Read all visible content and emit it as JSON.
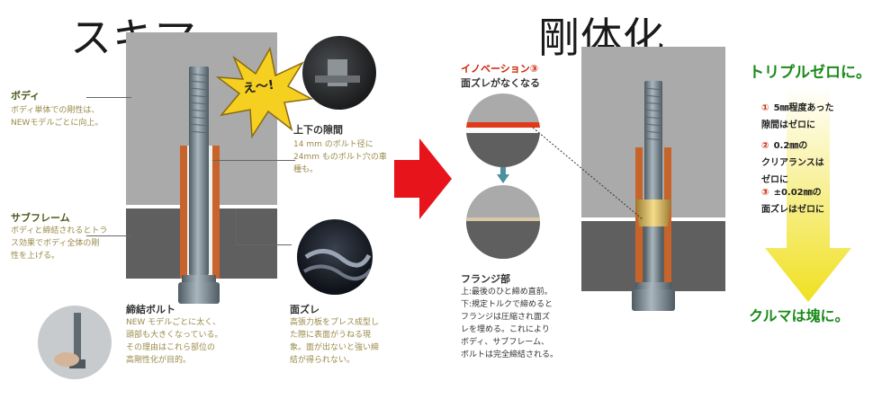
{
  "left": {
    "title": "スキマ",
    "burst": "え〜!",
    "body": {
      "label": "ボディ",
      "desc": "ボディ単体での剛性は、\nNEWモデルごとに向上。"
    },
    "subframe": {
      "label": "サブフレーム",
      "desc": "ボディと締結されるとトラ\nス効果でボディ全体の剛\n性を上げる。"
    },
    "bolt": {
      "label": "締結ボルト",
      "desc": "NEW モデルごとに太く、\n頭部も大きくなっている。\nその理由はこれら部位の\n高剛性化が目的。"
    },
    "gap": {
      "label": "上下の隙間",
      "desc": "14 mm のボルト径に\n24mm ものボルト穴の車\n種も。"
    },
    "surface": {
      "label": "面ズレ",
      "desc": "高張力板をプレス成型し\nた際に表面がうねる現\n象。面が出ないと強い締\n結が得られない。"
    }
  },
  "right": {
    "title": "剛体化",
    "innovation": {
      "label": "イノベーション③",
      "sub": "面ズレがなくなる"
    },
    "flange": {
      "label": "フランジ部",
      "desc": "上:最後のひと締め直前。\n下:規定トルクで締めると\nフランジは圧縮され面ズ\nレを埋める。これにより\nボディ、サブフレーム、\nボルトは完全締結される。"
    },
    "triple": {
      "heading": "トリプルゼロに。",
      "items": [
        {
          "num": "①",
          "text": "5㎜程度あった\n隙間はゼロに"
        },
        {
          "num": "②",
          "text": "0.2㎜の\nクリアランスは\nゼロに"
        },
        {
          "num": "③",
          "text": "±0.02㎜の\n面ズレはゼロに"
        }
      ],
      "footer": "クルマは塊に。"
    }
  },
  "colors": {
    "accent_red": "#e8141c",
    "green": "#1a8a1a",
    "orange": "#c8642a",
    "bolt": "#7d8c96"
  }
}
